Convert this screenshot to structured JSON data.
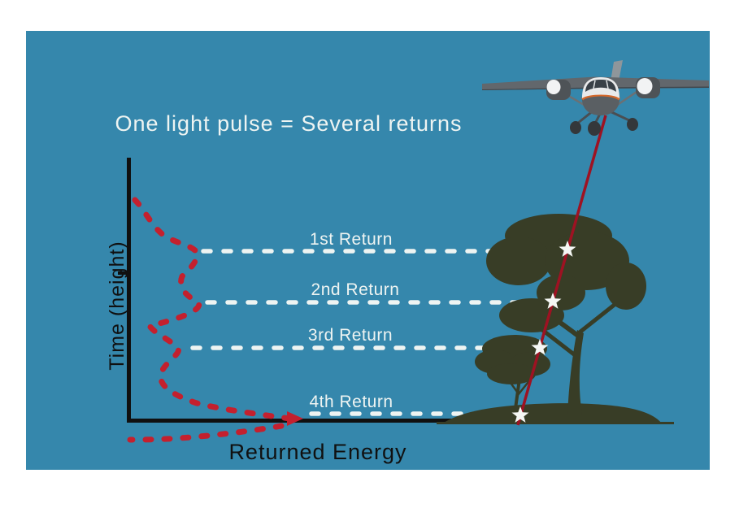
{
  "title": "One light pulse = Several returns",
  "axes": {
    "y_label": "Time (height)",
    "x_label": "Returned Energy"
  },
  "returns": [
    {
      "label": "1st Return"
    },
    {
      "label": "2nd Return"
    },
    {
      "label": "3rd Return"
    },
    {
      "label": "4th Return"
    }
  ],
  "icons": {
    "airplane": "airplane-icon",
    "star": "star-icon",
    "arrow": "arrow-right-icon"
  },
  "colors": {
    "page_bg": "#ffffff",
    "panel_bg": "#3587ac",
    "pulse_red": "#c4202e",
    "laser_red": "#9e1222",
    "tree_green": "#383d26",
    "text_white": "#eef4f2",
    "star_white": "#f5f7f4",
    "axis_black": "#101010"
  },
  "chart_data": {
    "type": "line",
    "title": "One light pulse = Several returns",
    "xlabel": "Returned Energy",
    "ylabel": "Time (height)",
    "series": [
      {
        "name": "returned energy waveform",
        "style": "dashed red curve with 4 peaks",
        "peaks": [
          "1st Return (top of canopy)",
          "2nd Return",
          "3rd Return",
          "4th Return (ground, largest peak)"
        ]
      }
    ],
    "annotations": [
      "1st Return",
      "2nd Return",
      "3rd Return",
      "4th Return"
    ],
    "legend": "none",
    "grid": false
  }
}
